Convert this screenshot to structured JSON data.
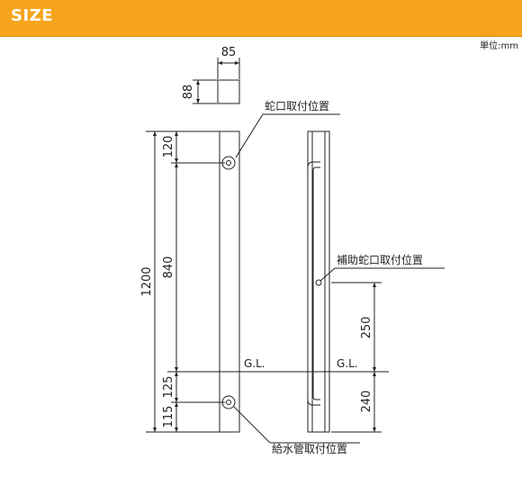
{
  "header": {
    "title": "SIZE",
    "color": "#f7a51d"
  },
  "unit_note": "単位:mm",
  "dimensions": {
    "width": "85",
    "depth": "88",
    "total_height": "1200",
    "top_to_faucet": "120",
    "faucet_to_gl": "840",
    "gl_to_lower": "125",
    "lower_to_bottom": "115",
    "aux_above_gl": "250",
    "aux_below_gl": "240"
  },
  "labels": {
    "faucet_position": "蛇口取付位置",
    "aux_faucet_position": "補助蛇口取付位置",
    "supply_pipe_position": "給水管取付位置",
    "ground_level_left": "G.L.",
    "ground_level_right": "G.L."
  }
}
